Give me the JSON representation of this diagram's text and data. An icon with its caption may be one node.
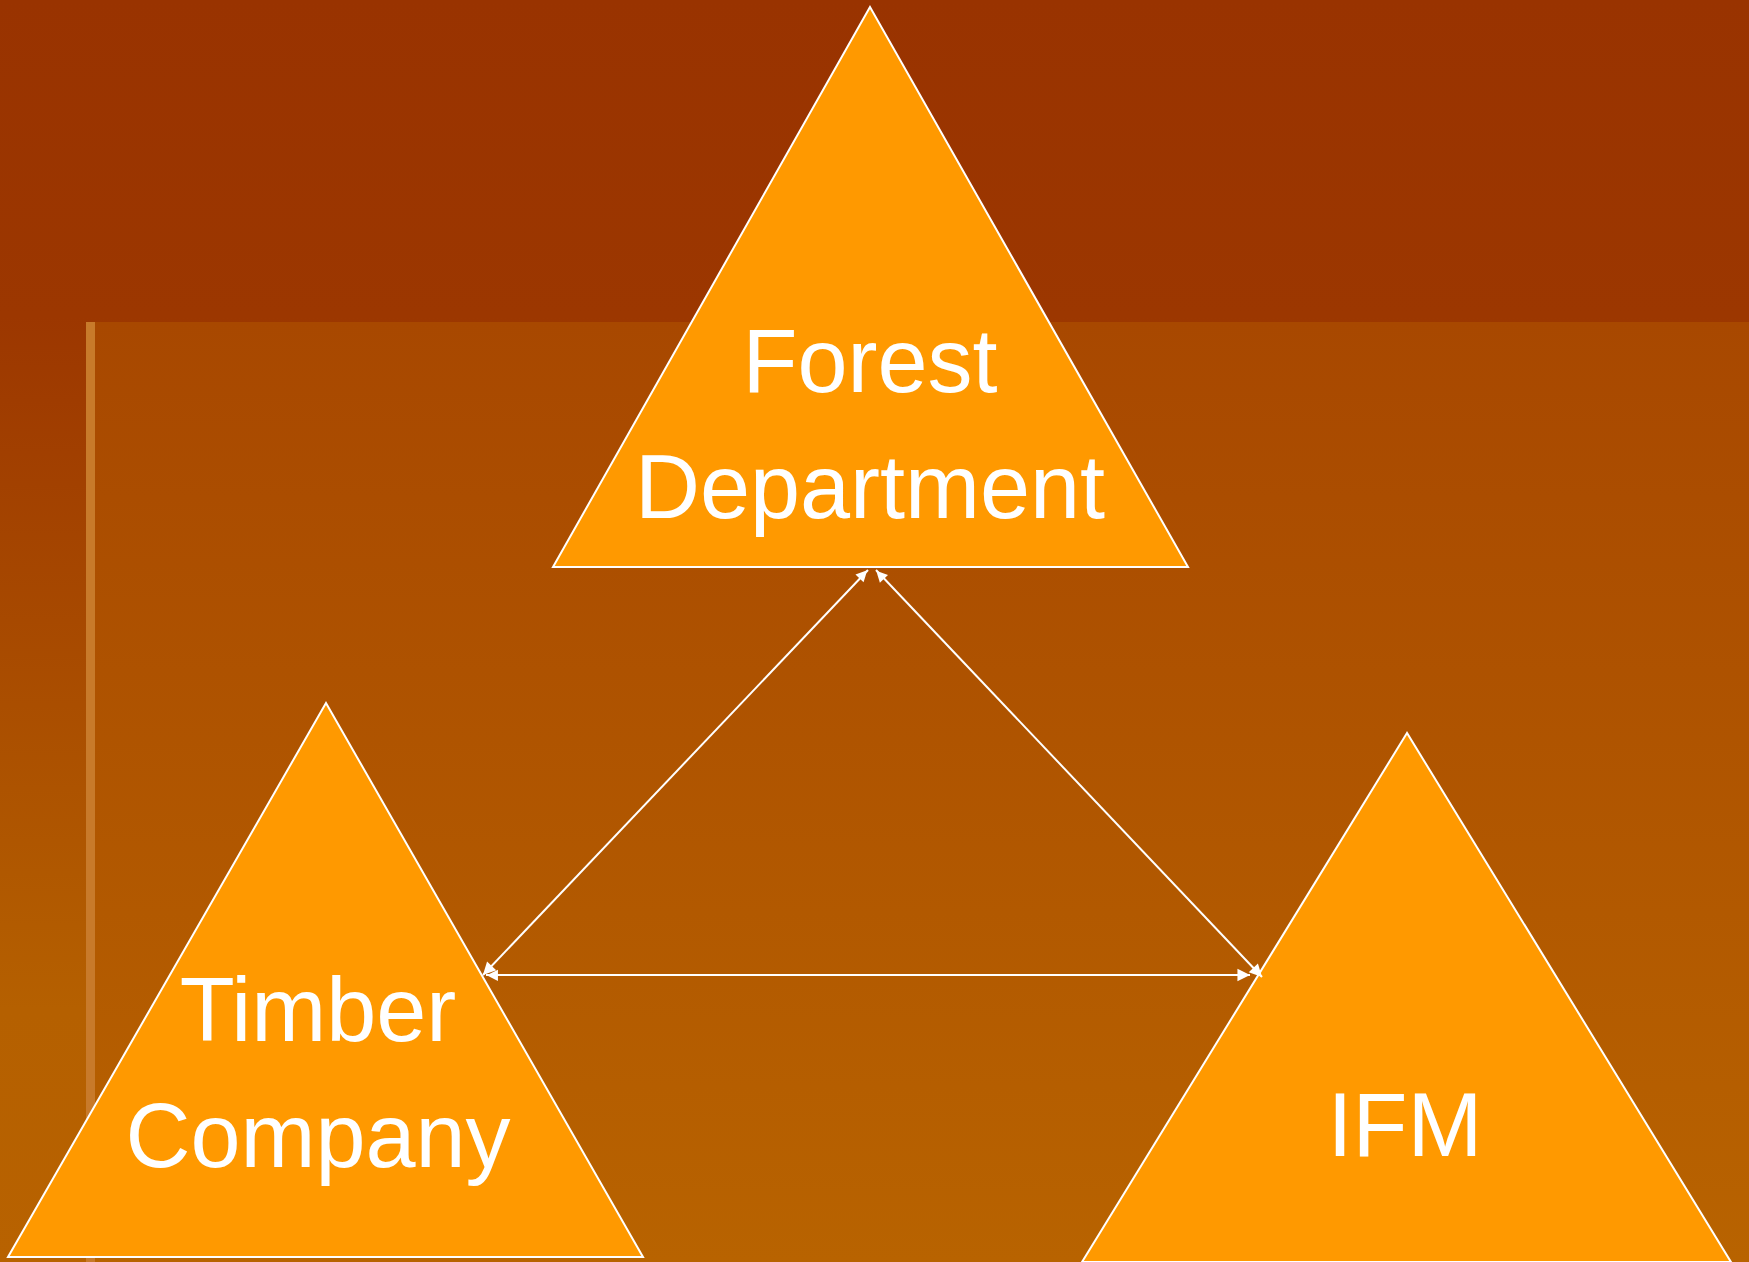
{
  "diagram": {
    "nodes": [
      {
        "text": [
          "Forest Department"
        ]
      },
      {
        "text": [
          "Timber Company"
        ]
      },
      {
        "text": [
          "IFM"
        ]
      }
    ],
    "edges": [
      {
        "from": 0,
        "to": 1,
        "arrow": "both"
      },
      {
        "from": 0,
        "to": 2,
        "arrow": "both"
      },
      {
        "from": 1,
        "to": 2,
        "arrow": "both"
      }
    ]
  }
}
